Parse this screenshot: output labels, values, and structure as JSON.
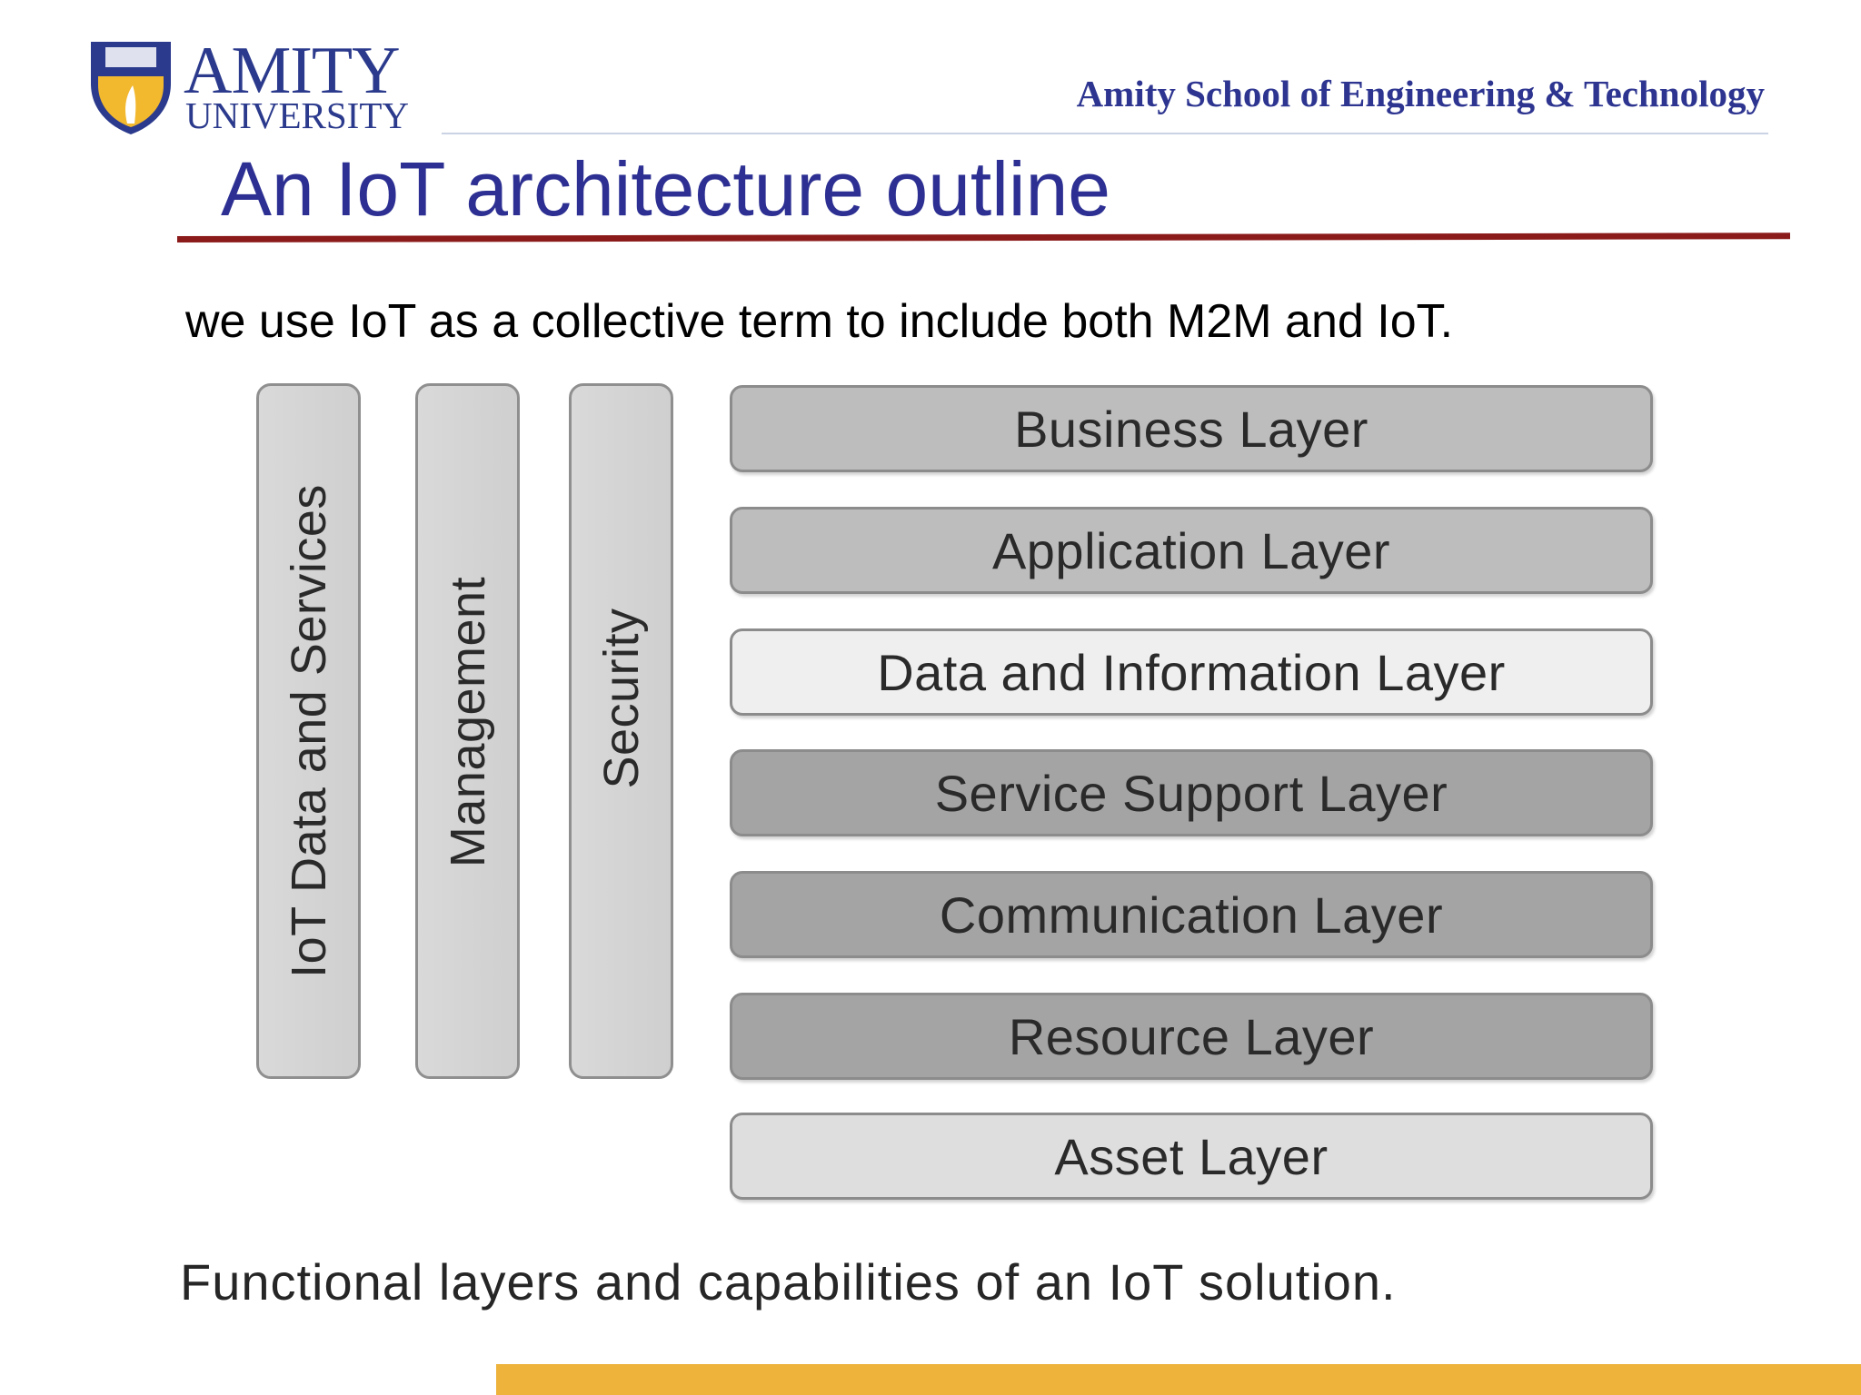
{
  "header": {
    "logo_word": "AMITY",
    "logo_sub": "UNIVERSITY",
    "school": "Amity School of Engineering & Technology"
  },
  "slide": {
    "title": "An IoT architecture outline",
    "intro": "we use IoT as a collective term to include both M2M and IoT.",
    "caption": "Functional layers and capabilities of an IoT solution."
  },
  "diagram": {
    "columns": [
      {
        "label": "IoT Data and Services"
      },
      {
        "label": "Management"
      },
      {
        "label": "Security"
      }
    ],
    "layers": [
      {
        "label": "Business Layer"
      },
      {
        "label": "Application Layer"
      },
      {
        "label": "Data and Information Layer"
      },
      {
        "label": "Service Support Layer"
      },
      {
        "label": "Communication Layer"
      },
      {
        "label": "Resource Layer"
      },
      {
        "label": "Asset Layer"
      }
    ]
  },
  "colors": {
    "title": "#2d3092",
    "title_rule": "#8b1a1a",
    "footer_bar": "#edb33a",
    "school": "#2d3590"
  }
}
